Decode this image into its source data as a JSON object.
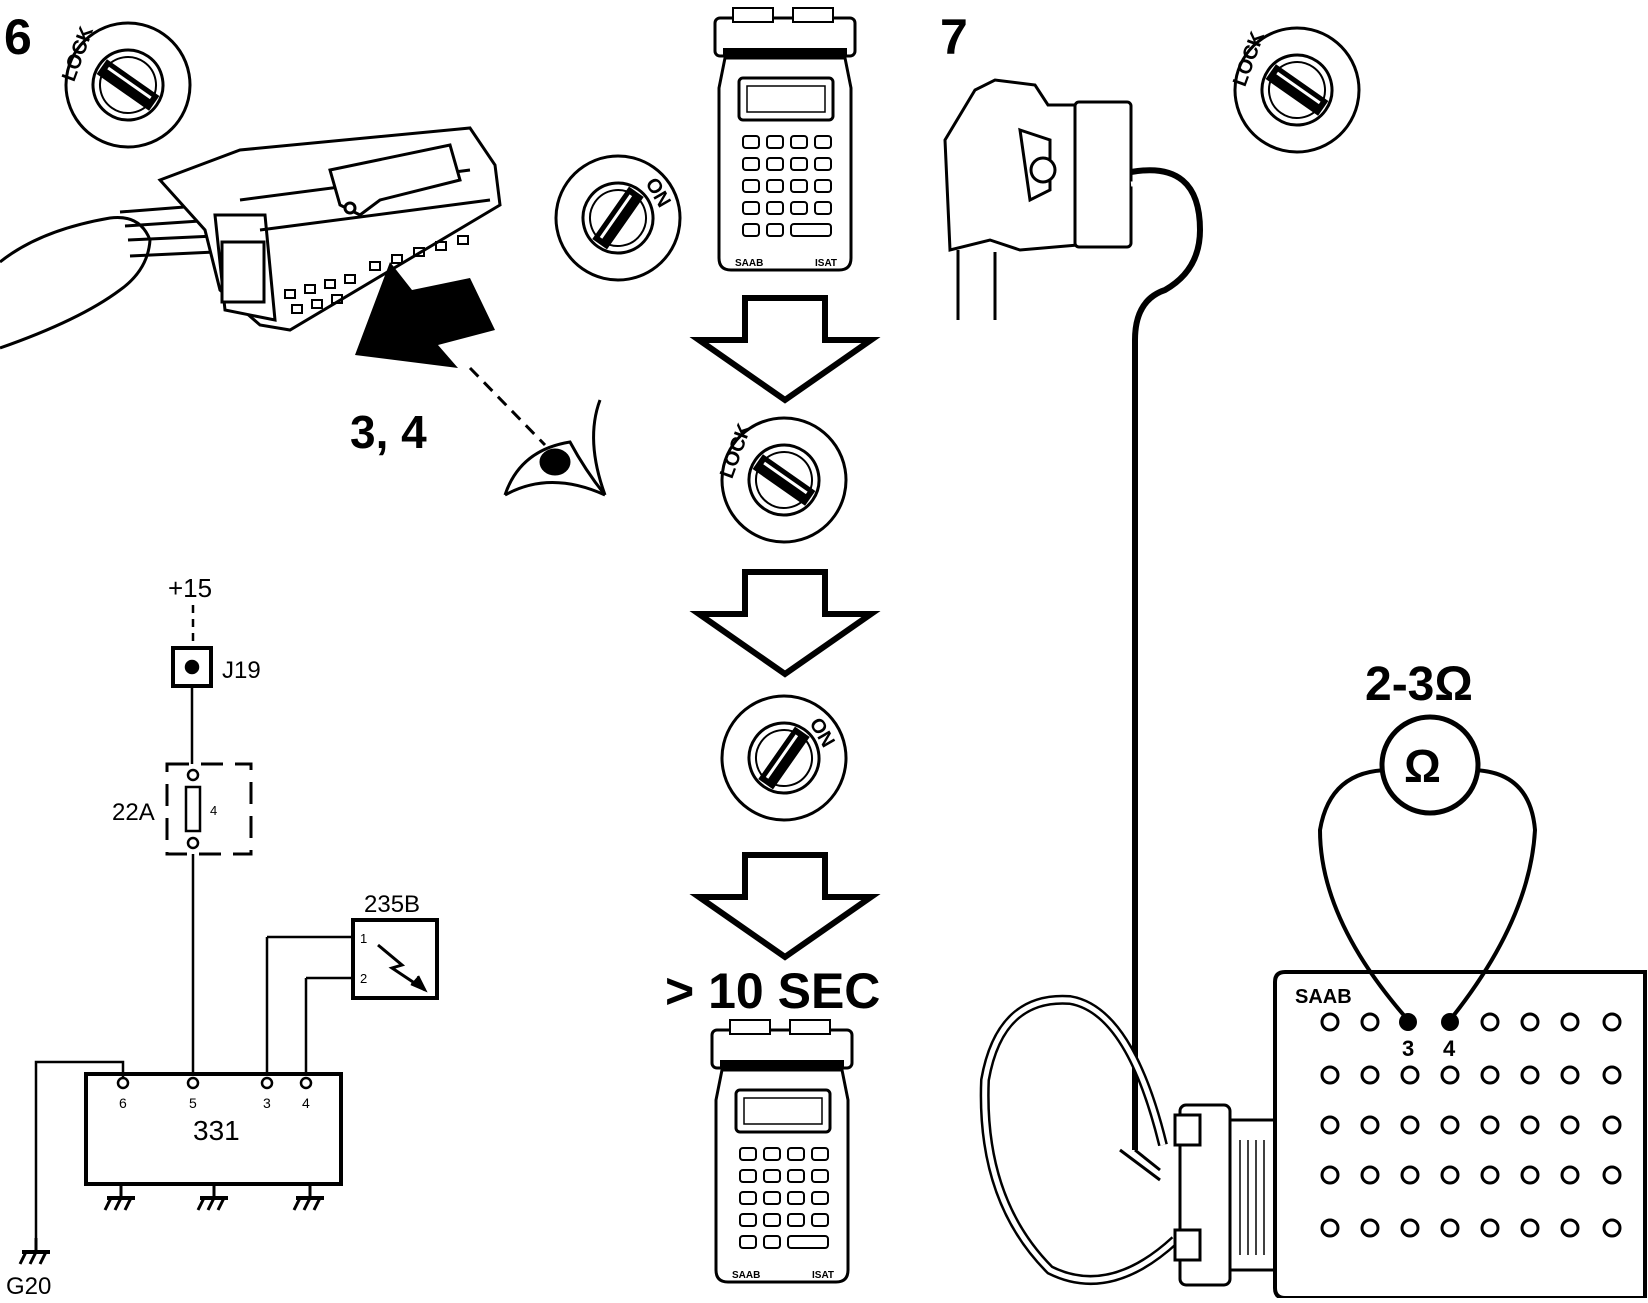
{
  "step6": {
    "number": "6",
    "pin_callout": "3, 4"
  },
  "step7": {
    "number": "7",
    "resistance": "2-3Ω",
    "ohm_symbol": "Ω"
  },
  "ignition": {
    "lock": "LOCK",
    "on": "ON"
  },
  "tester": {
    "brand": "SAAB",
    "model": "ISAT"
  },
  "sequence": {
    "wait": "> 10 SEC"
  },
  "schematic": {
    "supply": "+15",
    "connector": "J19",
    "fuse_box": "22A",
    "fuse_pin": "4",
    "sensor": "235B",
    "sensor_pins": [
      "1",
      "2"
    ],
    "control_unit": "331",
    "unit_pins": [
      "6",
      "5",
      "3",
      "4"
    ],
    "ground": "G20"
  },
  "breakout_box": {
    "label": "SAAB",
    "probe_pins": [
      "3",
      "4"
    ]
  }
}
